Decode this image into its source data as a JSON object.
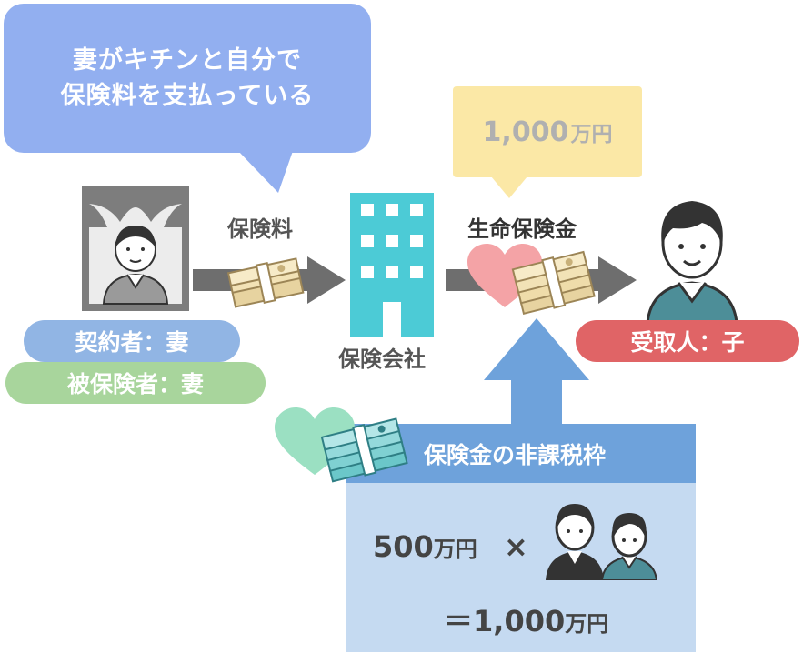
{
  "bubble": {
    "line1": "妻がキチンと自分で",
    "line2": "保険料を支払っている"
  },
  "amount_box": {
    "number": "1,000",
    "unit": "万円"
  },
  "labels": {
    "premium": "保険料",
    "insurance_company": "保険会社",
    "payout": "生命保険金"
  },
  "pills": {
    "contractor": "契約者：妻",
    "insured": "被保険者：妻",
    "recipient": "受取人：子"
  },
  "tax_free": {
    "heading": "保険金の非課税枠",
    "amount_number": "500",
    "amount_unit": "万円",
    "times": "×",
    "result_prefix": "＝",
    "result_number": "1,000",
    "result_unit": "万円"
  },
  "colors": {
    "bubble": "#92aff0",
    "contractor_pill": "#91b5e4",
    "insured_pill": "#a8d59c",
    "recipient_pill": "#e06466",
    "building": "#4ccbd6",
    "arrow_gray": "#6e6e6e",
    "arrow_blue": "#6ea2db",
    "amount_box": "#fbe8a6",
    "heart_pink": "#f4a3a6",
    "heart_green": "#9be0c2"
  }
}
